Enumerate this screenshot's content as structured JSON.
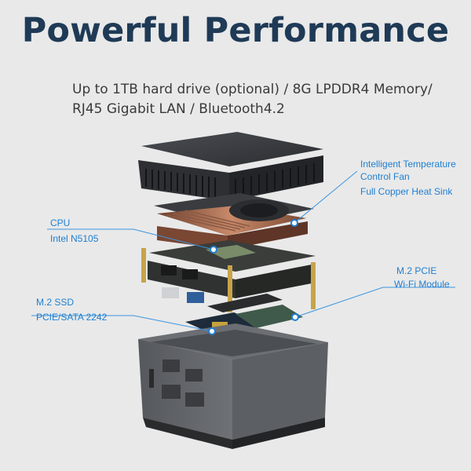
{
  "header": {
    "title": "Powerful Performance",
    "subtitle_line1": "Up to 1TB hard drive (optional) / 8G LPDDR4 Memory/",
    "subtitle_line2": "RJ45 Gigabit LAN / Bluetooth4.2"
  },
  "callouts": {
    "fan_line1": "Intelligent Temperature",
    "fan_line2": "Control Fan",
    "heatsink": "Full Copper Heat Sink",
    "cpu_title": "CPU",
    "cpu_model": "Intel  N5105",
    "wifi_line1": "M.2 PCIE",
    "wifi_line2": "Wi-Fi Module",
    "ssd_line1": "M.2 SSD",
    "ssd_line2": "PCIE/SATA 2242"
  },
  "colors": {
    "background": "#e9e9e9",
    "title": "#1f3a56",
    "accent": "#1f7fd1"
  }
}
